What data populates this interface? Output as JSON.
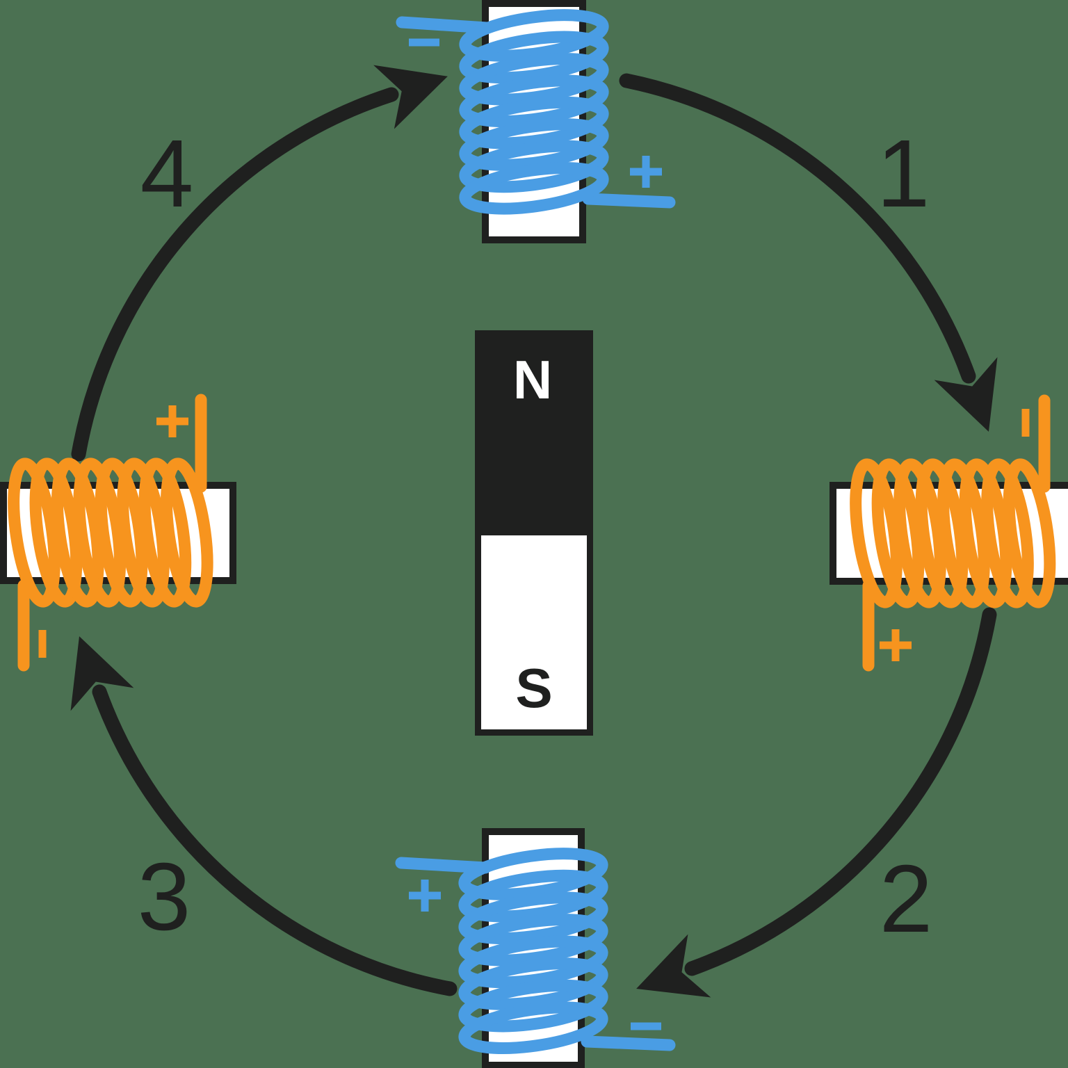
{
  "colors": {
    "background": "#4b7152",
    "line": "#1f201f",
    "coil_blue": "#4a9de4",
    "coil_orange": "#f7941e",
    "white": "#ffffff"
  },
  "magnet": {
    "north": "N",
    "south": "S"
  },
  "rotation": {
    "direction": "clockwise",
    "steps": [
      "1",
      "2",
      "3",
      "4"
    ]
  },
  "coils": {
    "top": {
      "winding_color": "blue",
      "upper_terminal": "−",
      "lower_terminal": "+"
    },
    "right": {
      "winding_color": "orange",
      "upper_terminal": "−",
      "lower_terminal": "+"
    },
    "bottom": {
      "winding_color": "blue",
      "upper_terminal": "+",
      "lower_terminal": "−"
    },
    "left": {
      "winding_color": "orange",
      "upper_terminal": "+",
      "lower_terminal": "−"
    }
  }
}
